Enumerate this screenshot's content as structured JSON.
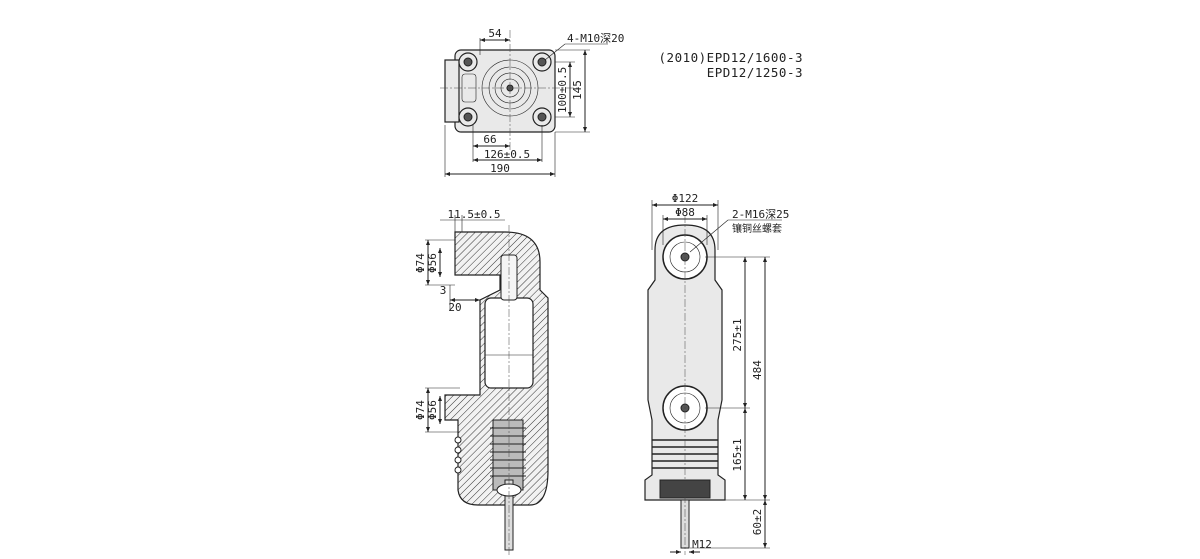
{
  "title": {
    "line1": "(2010)EPD12/1600-3",
    "line2": "EPD12/1250-3"
  },
  "top_view": {
    "dim_54": "54",
    "bolt_note": "4-M10深20",
    "dim_100": "100±0.5",
    "dim_145": "145",
    "dim_66": "66",
    "dim_126": "126±0.5",
    "dim_190": "190"
  },
  "section_view": {
    "dim_11_5": "11.5±0.5",
    "dim_phi74_top": "Φ74",
    "dim_phi56_top": "Φ56",
    "dim_3": "3",
    "dim_20": "20",
    "dim_phi74_bottom": "Φ74",
    "dim_phi56_bottom": "Φ56"
  },
  "front_view": {
    "dim_phi122": "Φ122",
    "dim_phi88": "Φ88",
    "thread_note": "2-M16深25",
    "insert_note": "镶铜丝螺套",
    "dim_275": "275±1",
    "dim_484": "484",
    "dim_165": "165±1",
    "dim_60": "60±2",
    "dim_m12": "M12"
  }
}
